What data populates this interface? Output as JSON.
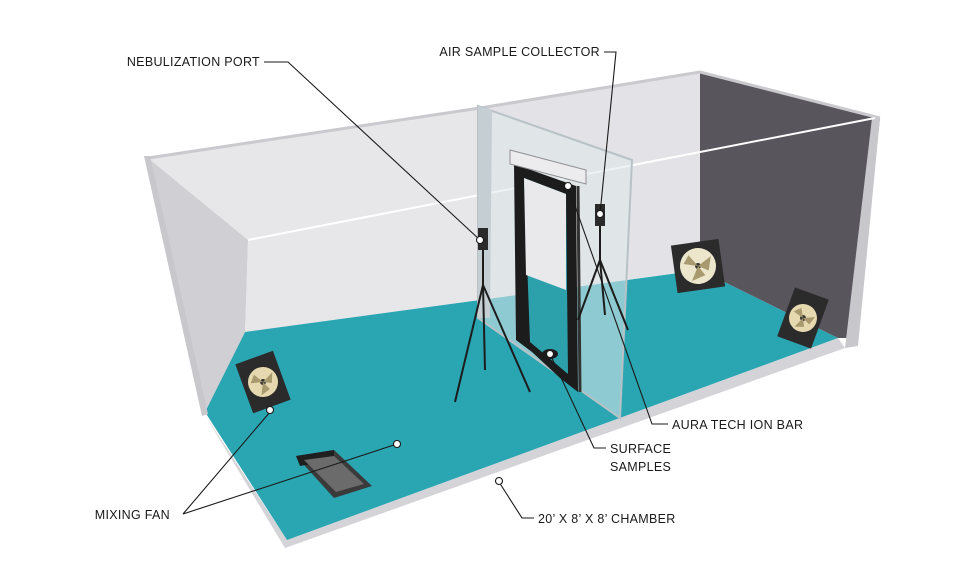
{
  "labels": {
    "nebulization_port": "NEBULIZATION PORT",
    "air_sample_collector": "AIR SAMPLE COLLECTOR",
    "aura_tech_ion_bar": "AURA TECH ION BAR",
    "surface_samples_line1": "SURFACE",
    "surface_samples_line2": "SAMPLES",
    "chamber": "20’ X 8’ X 8’ CHAMBER",
    "mixing_fan": "MIXING FAN"
  },
  "colors": {
    "floor": "#2aa6b3",
    "floor_dark": "#1f8f9b",
    "back_wall": "#e6e6e9",
    "left_wall": "#d9d9dd",
    "right_wall_dark": "#58555c",
    "wall_edge": "#c7c7cc",
    "glass": "#dfe8ea",
    "frame_dark": "#1c1c1c",
    "label_text": "#1a1a1a"
  }
}
